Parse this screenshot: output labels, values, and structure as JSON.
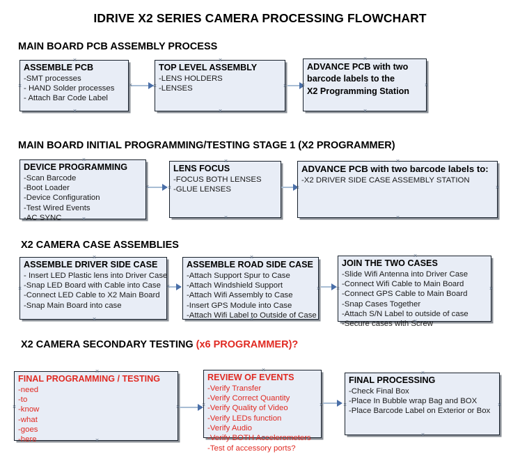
{
  "document": {
    "title": "IDRIVE X2  SERIES CAMERA PROCESSING FLOWCHART"
  },
  "sections": [
    {
      "id": "main-board-pcb-assembly-process",
      "heading": "MAIN BOARD PCB ASSEMBLY PROCESS",
      "heading_accent": "",
      "boxes": [
        {
          "id": "assemble-pcb",
          "title": "ASSEMBLE PCB",
          "lines": [
            "-SMT processes",
            "- HAND Solder processes",
            "- Attach Bar Code Label"
          ],
          "color": "black"
        },
        {
          "id": "top-level-assembly",
          "title": "TOP LEVEL ASSEMBLY",
          "lines": [
            "-LENS HOLDERS",
            "-LENSES"
          ],
          "color": "black"
        },
        {
          "id": "advance-pcb-to-x2-programming-station",
          "title": "ADVANCE PCB with two barcode labels to the  X2 Programming Station",
          "title_lines": [
            "ADVANCE PCB with two",
            "barcode labels to the",
            " X2 Programming Station"
          ],
          "lines": [],
          "color": "black"
        }
      ]
    },
    {
      "id": "main-board-initial-programming-testing-stage-1",
      "heading": "MAIN BOARD INITIAL PROGRAMMING/TESTING STAGE 1 (X2 PROGRAMMER)",
      "heading_accent": "",
      "boxes": [
        {
          "id": "device-programming",
          "title": "DEVICE PROGRAMMING",
          "lines": [
            "-Scan Barcode",
            "-Boot Loader",
            "-Device Configuration",
            "-Test Wired Events",
            "-AC SYNC"
          ],
          "color": "black"
        },
        {
          "id": "lens-focus",
          "title": "LENS FOCUS",
          "lines": [
            "-FOCUS BOTH LENSES",
            "-GLUE LENSES"
          ],
          "color": "black"
        },
        {
          "id": "advance-pcb-to-driver-side-case-assembly-station",
          "title": "ADVANCE PCB with two barcode labels to:",
          "lines": [
            "-X2 DRIVER  SIDE  CASE  ASSEMBLY STATION"
          ],
          "color": "black"
        }
      ]
    },
    {
      "id": "x2-camera-case-assemblies",
      "heading": "X2 CAMERA CASE ASSEMBLIES",
      "heading_accent": "",
      "boxes": [
        {
          "id": "assemble-driver-side-case",
          "title": "ASSEMBLE DRIVER SIDE CASE",
          "lines": [
            "- Insert LED Plastic lens into Driver Case",
            "-Snap LED Board with Cable into Case",
            "-Connect LED Cable to X2 Main Board",
            "-Snap Main Board into case"
          ],
          "color": "black"
        },
        {
          "id": "assemble-road-side-case",
          "title": "ASSEMBLE ROAD SIDE CASE",
          "lines": [
            "-Attach Support Spur to Case",
            "-Attach Windshield Support",
            "-Attach Wifi Assembly to Case",
            "-Insert GPS Module into Case",
            "-Attach Wifi Label to Outside of Case"
          ],
          "color": "black"
        },
        {
          "id": "join-the-two-cases",
          "title": "JOIN THE TWO CASES",
          "lines": [
            "-Slide Wifi Antenna into Driver Case",
            "-Connect Wifi Cable to Main Board",
            "-Connect GPS Cable to Main Board",
            "-Snap Cases Together",
            "-Attach S/N Label to outside of case",
            "-Secure cases with Screw"
          ],
          "color": "black"
        }
      ]
    },
    {
      "id": "x2-camera-secondary-testing",
      "heading": "X2 CAMERA SECONDARY TESTING ",
      "heading_accent": "(x6 PROGRAMMER)?",
      "boxes": [
        {
          "id": "final-programming-testing",
          "title": "FINAL PROGRAMMING / TESTING",
          "lines": [
            "-need",
            "-to",
            "-know",
            "-what",
            "-goes",
            "-here"
          ],
          "color": "red"
        },
        {
          "id": "review-of-events",
          "title": "REVIEW OF EVENTS",
          "lines": [
            "-Verify Transfer",
            "-Verify Correct Quantity",
            "-Verify Quality of Video",
            "-Verify LEDs function",
            "-Verify Audio",
            "-Verify BOTH Accelerometers",
            "-Test of accessory ports?"
          ],
          "color": "red"
        },
        {
          "id": "final-processing",
          "title": "FINAL PROCESSING",
          "lines": [
            " -Check Final Box",
            "-Place In Bubble wrap Bag and BOX",
            "-Place Barcode Label on Exterior or Box"
          ],
          "color": "black"
        }
      ]
    }
  ],
  "colors": {
    "box_fill": "#e8edf6",
    "box_border": "#17202b",
    "accent_red": "#e02a22",
    "connector": "#a8bdd4",
    "arrow_head": "#4a6fa8",
    "shadow": "#8a8f96"
  }
}
